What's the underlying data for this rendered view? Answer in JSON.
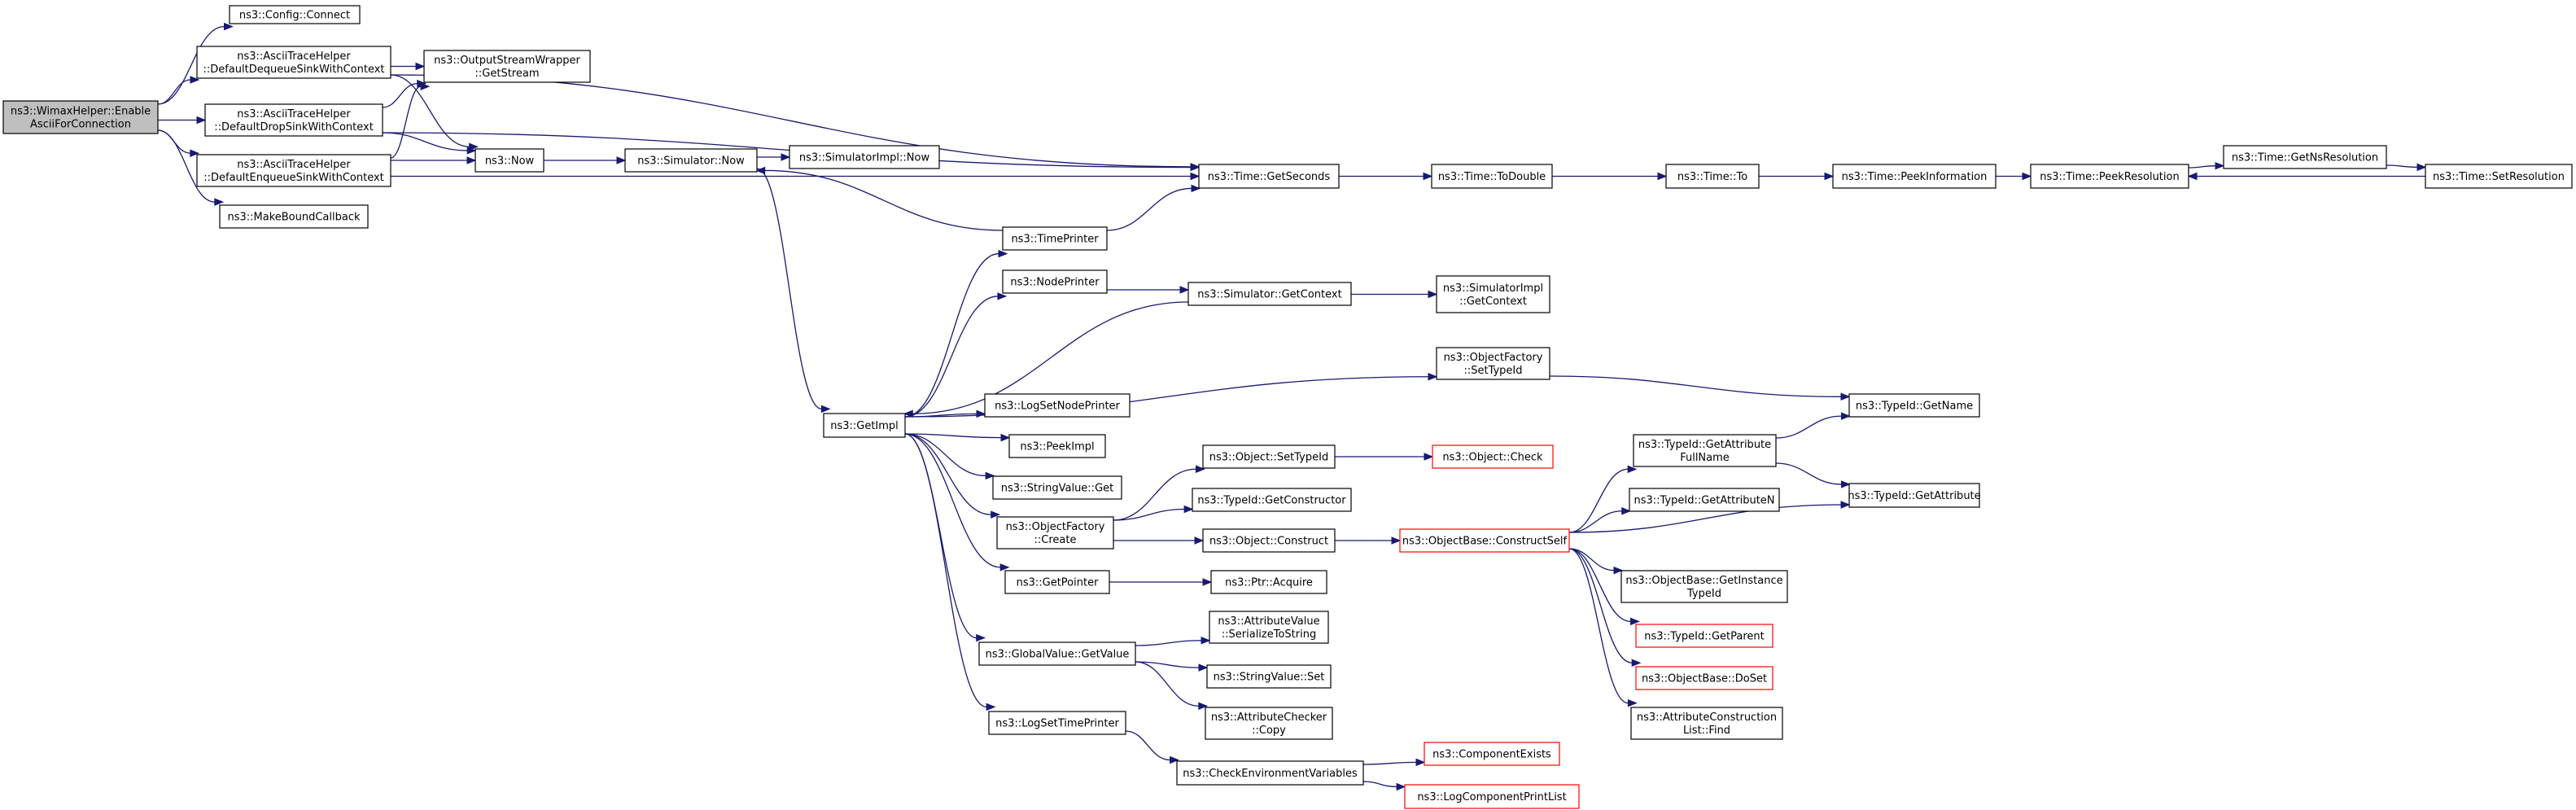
{
  "nodes": [
    {
      "id": "root",
      "lines": [
        "ns3::WimaxHelper::Enable",
        "AsciiForConnection"
      ],
      "style": "root"
    },
    {
      "id": "config_connect",
      "lines": [
        "ns3::Config::Connect"
      ]
    },
    {
      "id": "dequeue_sink",
      "lines": [
        "ns3::AsciiTraceHelper",
        "::DefaultDequeueSinkWithContext"
      ]
    },
    {
      "id": "drop_sink",
      "lines": [
        "ns3::AsciiTraceHelper",
        "::DefaultDropSinkWithContext"
      ]
    },
    {
      "id": "enqueue_sink",
      "lines": [
        "ns3::AsciiTraceHelper",
        "::DefaultEnqueueSinkWithContext"
      ]
    },
    {
      "id": "make_bound",
      "lines": [
        "ns3::MakeBoundCallback"
      ]
    },
    {
      "id": "get_stream",
      "lines": [
        "ns3::OutputStreamWrapper",
        "::GetStream"
      ]
    },
    {
      "id": "now",
      "lines": [
        "ns3::Now"
      ]
    },
    {
      "id": "sim_now",
      "lines": [
        "ns3::Simulator::Now"
      ]
    },
    {
      "id": "simimpl_now",
      "lines": [
        "ns3::SimulatorImpl::Now"
      ]
    },
    {
      "id": "get_seconds",
      "lines": [
        "ns3::Time::GetSeconds"
      ]
    },
    {
      "id": "to_double",
      "lines": [
        "ns3::Time::ToDouble"
      ]
    },
    {
      "id": "time_to",
      "lines": [
        "ns3::Time::To"
      ]
    },
    {
      "id": "peek_info",
      "lines": [
        "ns3::Time::PeekInformation"
      ]
    },
    {
      "id": "peek_res",
      "lines": [
        "ns3::Time::PeekResolution"
      ]
    },
    {
      "id": "get_ns_res",
      "lines": [
        "ns3::Time::GetNsResolution"
      ]
    },
    {
      "id": "set_res",
      "lines": [
        "ns3::Time::SetResolution"
      ]
    },
    {
      "id": "time_printer",
      "lines": [
        "ns3::TimePrinter"
      ]
    },
    {
      "id": "node_printer",
      "lines": [
        "ns3::NodePrinter"
      ]
    },
    {
      "id": "sim_get_context",
      "lines": [
        "ns3::Simulator::GetContext"
      ]
    },
    {
      "id": "simimpl_get_context",
      "lines": [
        "ns3::SimulatorImpl",
        "::GetContext"
      ]
    },
    {
      "id": "objfactory_settypeid",
      "lines": [
        "ns3::ObjectFactory",
        "::SetTypeId"
      ]
    },
    {
      "id": "typeid_getname",
      "lines": [
        "ns3::TypeId::GetName"
      ]
    },
    {
      "id": "get_impl",
      "lines": [
        "ns3::GetImpl"
      ]
    },
    {
      "id": "log_set_node_printer",
      "lines": [
        "ns3::LogSetNodePrinter"
      ]
    },
    {
      "id": "peek_impl",
      "lines": [
        "ns3::PeekImpl"
      ]
    },
    {
      "id": "stringvalue_get",
      "lines": [
        "ns3::StringValue::Get"
      ]
    },
    {
      "id": "object_settypeid",
      "lines": [
        "ns3::Object::SetTypeId"
      ]
    },
    {
      "id": "object_check",
      "lines": [
        "ns3::Object::Check"
      ],
      "style": "red"
    },
    {
      "id": "typeid_getconstructor",
      "lines": [
        "ns3::TypeId::GetConstructor"
      ]
    },
    {
      "id": "objfactory_create",
      "lines": [
        "ns3::ObjectFactory",
        "::Create"
      ]
    },
    {
      "id": "object_construct",
      "lines": [
        "ns3::Object::Construct"
      ]
    },
    {
      "id": "objectbase_constructself",
      "lines": [
        "ns3::ObjectBase::ConstructSelf"
      ],
      "style": "red"
    },
    {
      "id": "typeid_getattrfullname",
      "lines": [
        "ns3::TypeId::GetAttribute",
        "FullName"
      ]
    },
    {
      "id": "typeid_getattributen",
      "lines": [
        "ns3::TypeId::GetAttributeN"
      ]
    },
    {
      "id": "typeid_getattribute",
      "lines": [
        "ns3::TypeId::GetAttribute"
      ]
    },
    {
      "id": "objectbase_getinstancetypeid",
      "lines": [
        "ns3::ObjectBase::GetInstance",
        "TypeId"
      ]
    },
    {
      "id": "typeid_getparent",
      "lines": [
        "ns3::TypeId::GetParent"
      ],
      "style": "red"
    },
    {
      "id": "objectbase_doset",
      "lines": [
        "ns3::ObjectBase::DoSet"
      ],
      "style": "red"
    },
    {
      "id": "attrconstructionlist_find",
      "lines": [
        "ns3::AttributeConstruction",
        "List::Find"
      ]
    },
    {
      "id": "get_pointer",
      "lines": [
        "ns3::GetPointer"
      ]
    },
    {
      "id": "ptr_acquire",
      "lines": [
        "ns3::Ptr::Acquire"
      ]
    },
    {
      "id": "globalvalue_getvalue",
      "lines": [
        "ns3::GlobalValue::GetValue"
      ]
    },
    {
      "id": "attrvalue_serialize",
      "lines": [
        "ns3::AttributeValue",
        "::SerializeToString"
      ]
    },
    {
      "id": "stringvalue_set",
      "lines": [
        "ns3::StringValue::Set"
      ]
    },
    {
      "id": "attrchecker_copy",
      "lines": [
        "ns3::AttributeChecker",
        "::Copy"
      ]
    },
    {
      "id": "log_set_time_printer",
      "lines": [
        "ns3::LogSetTimePrinter"
      ]
    },
    {
      "id": "check_env_vars",
      "lines": [
        "ns3::CheckEnvironmentVariables"
      ]
    },
    {
      "id": "component_exists",
      "lines": [
        "ns3::ComponentExists"
      ],
      "style": "red"
    },
    {
      "id": "log_component_print_list",
      "lines": [
        "ns3::LogComponentPrintList"
      ],
      "style": "red"
    }
  ],
  "edges": [
    {
      "from": "root",
      "to": "config_connect"
    },
    {
      "from": "root",
      "to": "dequeue_sink"
    },
    {
      "from": "root",
      "to": "drop_sink"
    },
    {
      "from": "root",
      "to": "enqueue_sink"
    },
    {
      "from": "root",
      "to": "make_bound"
    },
    {
      "from": "dequeue_sink",
      "to": "get_stream"
    },
    {
      "from": "dequeue_sink",
      "to": "now"
    },
    {
      "from": "dequeue_sink",
      "to": "get_seconds"
    },
    {
      "from": "drop_sink",
      "to": "get_stream"
    },
    {
      "from": "drop_sink",
      "to": "now"
    },
    {
      "from": "drop_sink",
      "to": "get_seconds"
    },
    {
      "from": "enqueue_sink",
      "to": "get_stream"
    },
    {
      "from": "enqueue_sink",
      "to": "now"
    },
    {
      "from": "enqueue_sink",
      "to": "get_seconds"
    },
    {
      "from": "now",
      "to": "sim_now"
    },
    {
      "from": "sim_now",
      "to": "simimpl_now"
    },
    {
      "from": "sim_now",
      "to": "get_impl"
    },
    {
      "from": "get_seconds",
      "to": "to_double"
    },
    {
      "from": "to_double",
      "to": "time_to"
    },
    {
      "from": "time_to",
      "to": "peek_info"
    },
    {
      "from": "peek_info",
      "to": "peek_res"
    },
    {
      "from": "peek_res",
      "to": "get_ns_res"
    },
    {
      "from": "get_ns_res",
      "to": "set_res"
    },
    {
      "from": "set_res",
      "to": "peek_res"
    },
    {
      "from": "time_printer",
      "to": "sim_now"
    },
    {
      "from": "time_printer",
      "to": "get_seconds"
    },
    {
      "from": "node_printer",
      "to": "sim_get_context"
    },
    {
      "from": "sim_get_context",
      "to": "simimpl_get_context"
    },
    {
      "from": "sim_get_context",
      "to": "get_impl"
    },
    {
      "from": "get_impl",
      "to": "time_printer"
    },
    {
      "from": "get_impl",
      "to": "node_printer"
    },
    {
      "from": "get_impl",
      "to": "objfactory_settypeid"
    },
    {
      "from": "get_impl",
      "to": "log_set_node_printer"
    },
    {
      "from": "get_impl",
      "to": "peek_impl"
    },
    {
      "from": "get_impl",
      "to": "stringvalue_get"
    },
    {
      "from": "get_impl",
      "to": "objfactory_create"
    },
    {
      "from": "get_impl",
      "to": "get_pointer"
    },
    {
      "from": "get_impl",
      "to": "globalvalue_getvalue"
    },
    {
      "from": "get_impl",
      "to": "log_set_time_printer"
    },
    {
      "from": "objfactory_settypeid",
      "to": "typeid_getname"
    },
    {
      "from": "objfactory_create",
      "to": "object_settypeid"
    },
    {
      "from": "objfactory_create",
      "to": "typeid_getconstructor"
    },
    {
      "from": "objfactory_create",
      "to": "object_construct"
    },
    {
      "from": "object_settypeid",
      "to": "object_check"
    },
    {
      "from": "object_construct",
      "to": "objectbase_constructself"
    },
    {
      "from": "objectbase_constructself",
      "to": "typeid_getattrfullname"
    },
    {
      "from": "objectbase_constructself",
      "to": "typeid_getattributen"
    },
    {
      "from": "objectbase_constructself",
      "to": "typeid_getattribute"
    },
    {
      "from": "objectbase_constructself",
      "to": "objectbase_getinstancetypeid"
    },
    {
      "from": "objectbase_constructself",
      "to": "typeid_getparent"
    },
    {
      "from": "objectbase_constructself",
      "to": "objectbase_doset"
    },
    {
      "from": "objectbase_constructself",
      "to": "attrconstructionlist_find"
    },
    {
      "from": "typeid_getattrfullname",
      "to": "typeid_getname"
    },
    {
      "from": "typeid_getattrfullname",
      "to": "typeid_getattribute"
    },
    {
      "from": "get_pointer",
      "to": "ptr_acquire"
    },
    {
      "from": "globalvalue_getvalue",
      "to": "attrvalue_serialize"
    },
    {
      "from": "globalvalue_getvalue",
      "to": "stringvalue_set"
    },
    {
      "from": "globalvalue_getvalue",
      "to": "attrchecker_copy"
    },
    {
      "from": "log_set_time_printer",
      "to": "check_env_vars"
    },
    {
      "from": "check_env_vars",
      "to": "component_exists"
    },
    {
      "from": "check_env_vars",
      "to": "log_component_print_list"
    }
  ]
}
